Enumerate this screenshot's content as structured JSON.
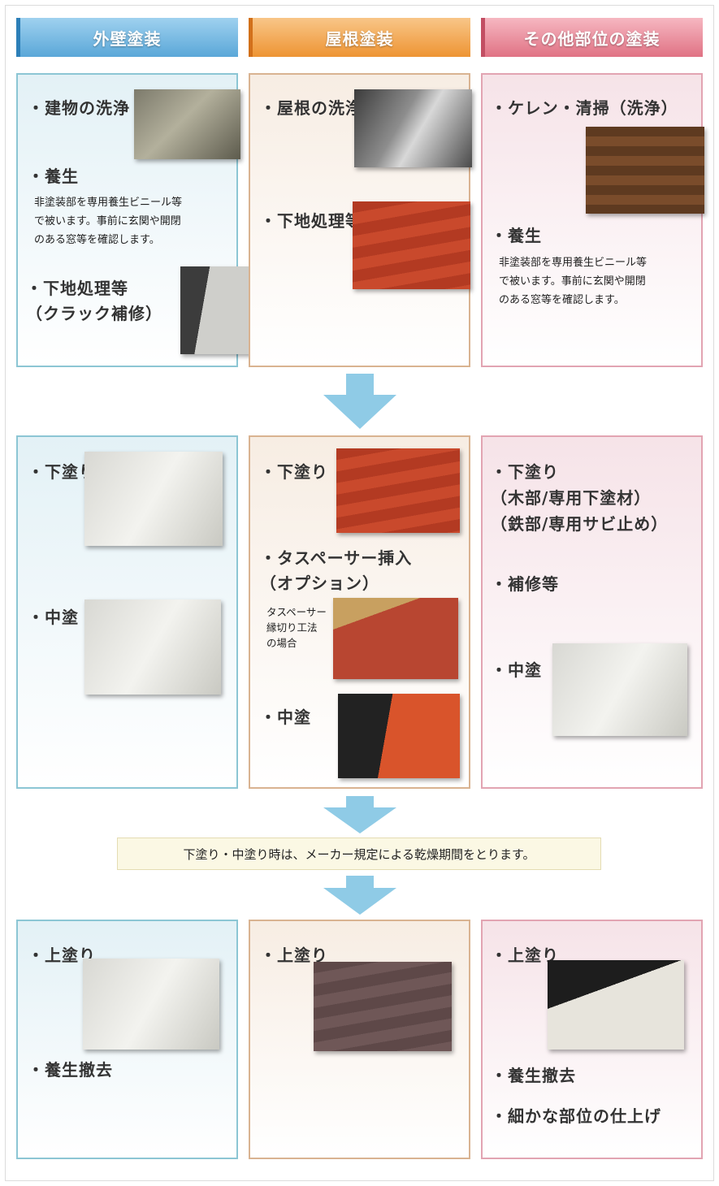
{
  "headers": [
    "外壁塗装",
    "屋根塗装",
    "その他部位の塗装"
  ],
  "row1": {
    "col1": {
      "item1": "・建物の洗浄",
      "item2": "・養生",
      "desc": [
        "非塗装部を専用養生ビニール等",
        "で被います。事前に玄関や開閉",
        "のある窓等を確認します。"
      ],
      "item3_line1": "・下地処理等",
      "item3_line2": "（クラック補修）"
    },
    "col2": {
      "item1": "・屋根の洗浄",
      "item2": "・下地処理等"
    },
    "col3": {
      "item1": "・ケレン・清掃（洗浄）",
      "item2": "・養生",
      "desc": [
        "非塗装部を専用養生ビニール等",
        "で被います。事前に玄関や開閉",
        "のある窓等を確認します。"
      ]
    }
  },
  "row2": {
    "col1": {
      "item1": "・下塗り",
      "item2": "・中塗"
    },
    "col2": {
      "item1": "・下塗り",
      "item2_line1": "・タスペーサー挿入",
      "item2_line2": "（オプション）",
      "small": [
        "タスペーサー",
        "縁切り工法",
        "の場合"
      ],
      "item3": "・中塗"
    },
    "col3": {
      "item1_line1": "・下塗り",
      "item1_line2": "（木部/専用下塗材）",
      "item1_line3": "（鉄部/専用サビ止め）",
      "item2": "・補修等",
      "item3": "・中塗"
    }
  },
  "note": "下塗り・中塗り時は、メーカー規定による乾燥期間をとります。",
  "row3": {
    "col1": {
      "item1": "・上塗り",
      "item2": "・養生撤去"
    },
    "col2": {
      "item1": "・上塗り"
    },
    "col3": {
      "item1": "・上塗り",
      "item2": "・養生撤去",
      "item3": "・細かな部位の仕上げ"
    }
  },
  "colors": {
    "blue": "#5aa7d8",
    "orange": "#ee9433",
    "pink": "#e07284",
    "arrow": "#8fcbe6"
  }
}
